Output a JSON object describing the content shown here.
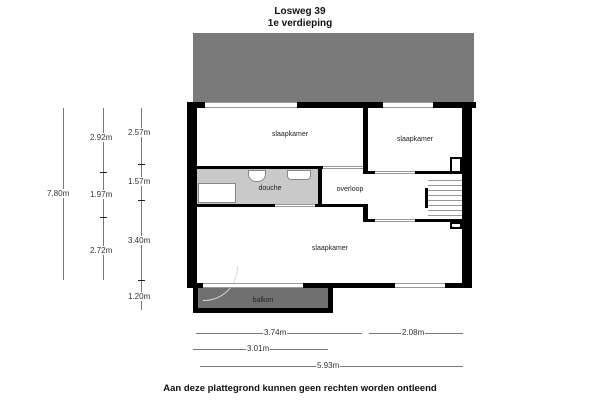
{
  "header": {
    "title": "Losweg 39",
    "subtitle": "1e verdieping"
  },
  "rooms": {
    "bedroom_top_left": "slaapkamer",
    "bedroom_top_right": "slaapkamer",
    "shower": "douche",
    "landing": "overloop",
    "bedroom_bottom": "slaapkamer",
    "balcony": "balkon"
  },
  "dimensions": {
    "left_total": "7.80m",
    "left_mid": [
      "2.92m",
      "1.97m",
      "2.72m"
    ],
    "left_inner": [
      "2.57m",
      "1.57m",
      "3.40m",
      "1.20m"
    ],
    "bottom_row1": [
      "3.74m",
      "2.08m"
    ],
    "bottom_row2": "3.01m",
    "bottom_row3": "5.93m"
  },
  "footer": {
    "disclaimer": "Aan deze plattegrond kunnen geen rechten worden ontleend"
  },
  "colors": {
    "roof": "#7a7a7a",
    "shower_floor": "#c9c9c9",
    "balcony": "#707070",
    "wall": "#000000"
  }
}
